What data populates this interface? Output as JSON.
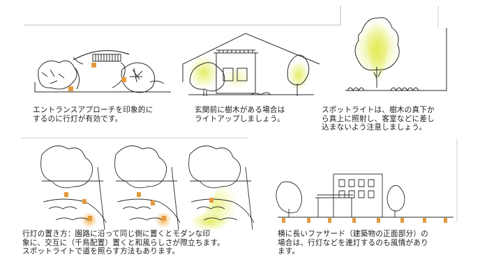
{
  "captions": {
    "entrance": "エントランスアプローチを印象的に\nするのに行灯が有効です。",
    "front_tree": "玄関前に樹木がある場合は\nライトアップしましょう。",
    "spotlight": "スポットライトは、樹木の真下か\nら真上に照射し、客室などに差し\n込まないよう注意しましょう。",
    "placement": "行灯の置き方：園路に沿って同じ側に置くとモダンな印\n象に、交互に（千鳥配置）置くと和風らしさが際立ちます。\nスポットライトで道を照らす方法もあります。",
    "facade": "横に長いファサード（建築物の正面部分）の\n場合は、行灯などを連灯するのも風情があり\nます。"
  },
  "colors": {
    "light_yellow": "#e8ef7a",
    "lantern_orange": "#e39a3c",
    "ink": "#2a2a2a"
  },
  "illustrations": [
    "entrance-approach-lanterns-sketch",
    "front-house-uplight-sketch",
    "tree-spotlight-sketch",
    "garden-path-lantern-placement-sketches",
    "long-facade-lanterns-sketch"
  ]
}
